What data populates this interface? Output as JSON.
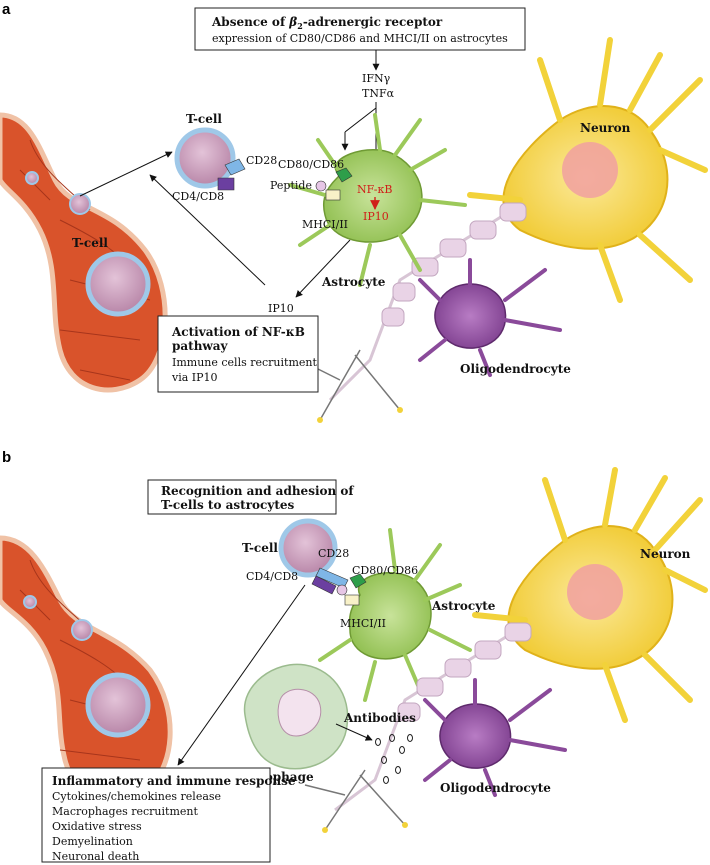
{
  "panel_a": {
    "letter": "a",
    "top_box": {
      "title_pre": "Absence of ",
      "title_beta": "β",
      "title_sub": "2",
      "title_post": "-adrenergic receptor",
      "line2": "expression of CD80/CD86 and MHCI/II on astrocytes"
    },
    "ifn": "IFNγ",
    "tnf": "TNFα",
    "tcell_small": "T-cell",
    "tcell_vessel": "T-cell",
    "cd28": "CD28",
    "cd4cd8": "CD4/CD8",
    "cd80cd86": "CD80/CD86",
    "peptide": "Peptide",
    "mhc": "MHCI/II",
    "nfkb": "NF-κB",
    "ip10_inner": "IP10",
    "ip10": "IP10",
    "neuron": "Neuron",
    "astrocyte": "Astrocyte",
    "oligodendrocyte": "Oligodendrocyte",
    "bottom_box": {
      "title1": "Activation of NF-κB",
      "title2": "pathway",
      "line1": "Immune cells recruitment",
      "line2": "via IP10"
    }
  },
  "panel_b": {
    "letter": "b",
    "top_box": {
      "line1": "Recognition and adhesion of",
      "line2": "T-cells to astrocytes"
    },
    "tcell": "T-cell",
    "cd28": "CD28",
    "cd4cd8": "CD4/CD8",
    "cd80cd86": "CD80/CD86",
    "mhc": "MHCI/II",
    "astrocyte": "Astrocyte",
    "neuron": "Neuron",
    "antibodies": "Antibodies",
    "macrophage": "Macrophage",
    "oligodendrocyte": "Oligodendrocyte",
    "bottom_box": {
      "title": "Inflammatory and immune response",
      "items": [
        "Cytokines/chemokines release",
        "Macrophages recruitment",
        "Oxidative stress",
        "Demyelination",
        "Neuronal death"
      ]
    }
  },
  "colors": {
    "vessel": "#d9532b",
    "vessel_outline": "#f0c2a6",
    "tcell": "#c79ab8",
    "tcell_ring": "#9fc8e8",
    "astrocyte": "#9cc95a",
    "neuron": "#f2d23a",
    "oligodendrocyte": "#8a4a9a",
    "myelin": "#e9d3e6",
    "macrophage": "#cfe3c6",
    "red_text": "#d0201a"
  }
}
